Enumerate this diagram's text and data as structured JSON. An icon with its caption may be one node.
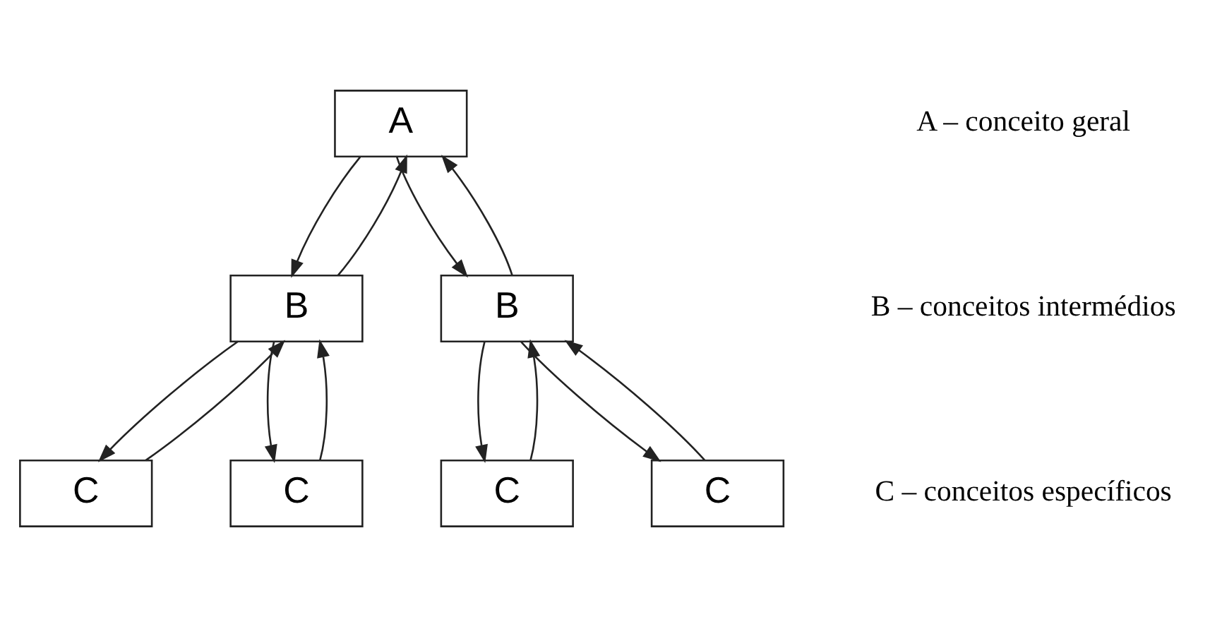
{
  "diagram": {
    "nodes": [
      {
        "text": [
          "A"
        ]
      },
      {
        "text": [
          "B"
        ]
      },
      {
        "text": [
          "B"
        ]
      },
      {
        "text": [
          "C"
        ]
      },
      {
        "text": [
          "C"
        ]
      },
      {
        "text": [
          "C"
        ]
      },
      {
        "text": [
          "C"
        ]
      }
    ],
    "edges": [
      {
        "from": 0,
        "to": 1,
        "arrow": "to"
      },
      {
        "from": 1,
        "to": 0,
        "arrow": "to"
      },
      {
        "from": 0,
        "to": 2,
        "arrow": "to"
      },
      {
        "from": 2,
        "to": 0,
        "arrow": "to"
      },
      {
        "from": 1,
        "to": 3,
        "arrow": "to"
      },
      {
        "from": 3,
        "to": 1,
        "arrow": "to"
      },
      {
        "from": 1,
        "to": 4,
        "arrow": "to"
      },
      {
        "from": 4,
        "to": 1,
        "arrow": "to"
      },
      {
        "from": 2,
        "to": 5,
        "arrow": "to"
      },
      {
        "from": 5,
        "to": 2,
        "arrow": "to"
      },
      {
        "from": 2,
        "to": 6,
        "arrow": "to"
      },
      {
        "from": 6,
        "to": 2,
        "arrow": "to"
      }
    ],
    "labels": [
      "A – conceito geral",
      "B – conceitos intermédios",
      "C – conceitos específicos"
    ]
  }
}
